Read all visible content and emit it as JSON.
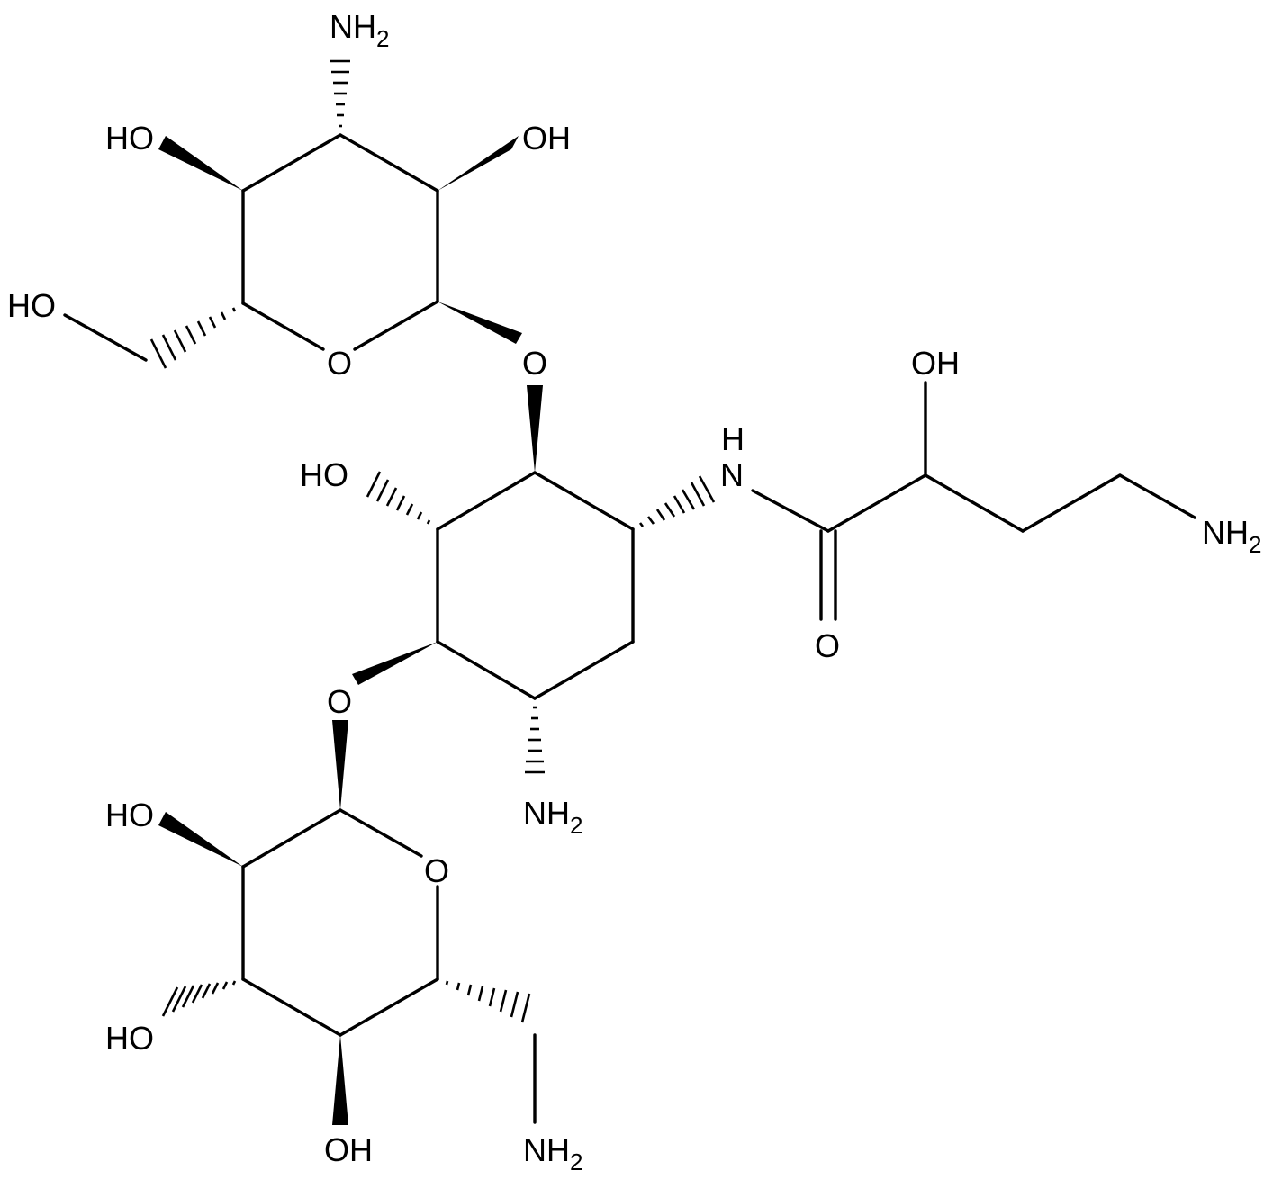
{
  "diagram": {
    "type": "chemical-structure",
    "labels": {
      "top_sugar_nh2": {
        "main": "NH",
        "sub": "2"
      },
      "top_sugar_oh_left": {
        "main": "HO"
      },
      "top_sugar_oh_right": {
        "main": "OH"
      },
      "top_sugar_ch2oh": {
        "main": "HO"
      },
      "top_sugar_ring_o": {
        "main": "O"
      },
      "glycosidic_o_top": {
        "main": "O"
      },
      "central_oh": {
        "main": "HO"
      },
      "amide_nh": {
        "main": "N",
        "top": "H"
      },
      "side_chain_oh": {
        "main": "OH"
      },
      "side_chain_nh2": {
        "main": "NH",
        "sub": "2"
      },
      "carbonyl_o": {
        "main": "O"
      },
      "glycosidic_o_bottom": {
        "main": "O"
      },
      "central_nh2": {
        "main": "NH",
        "sub": "2"
      },
      "bottom_sugar_ring_o": {
        "main": "O"
      },
      "bottom_sugar_oh_1": {
        "main": "HO"
      },
      "bottom_sugar_oh_2": {
        "main": "HO"
      },
      "bottom_sugar_oh_3": {
        "main": "OH"
      },
      "bottom_sugar_nh2": {
        "main": "NH",
        "sub": "2"
      }
    }
  }
}
